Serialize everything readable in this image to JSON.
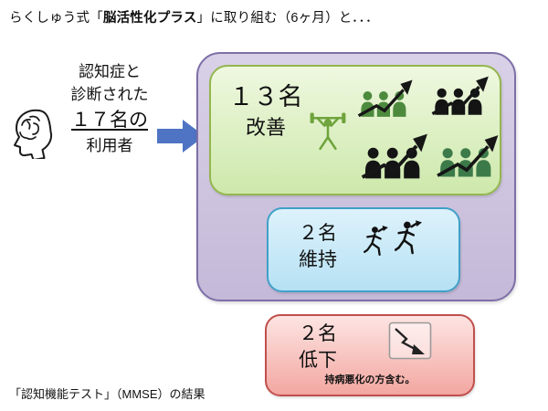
{
  "title": {
    "pre": "らくしゅう式「",
    "bold": "脳活性化プラス",
    "post": "」に取り組む（6ヶ月）と．．．"
  },
  "patients": {
    "line1": "認知症と",
    "line2": "診断された",
    "count": "１７名の",
    "line4": "利用者"
  },
  "results": {
    "improved": {
      "count": "１３名",
      "label": "改善"
    },
    "maintained": {
      "count": "２名",
      "label": "維持"
    },
    "declined": {
      "count": "２名",
      "label": "低下",
      "note": "持病悪化の方含む。"
    }
  },
  "footer": "「認知機能テスト」（MMSE）の結果",
  "icons": {
    "brain": "brain-profile-icon",
    "arrow": "right-arrow-icon",
    "weightlifter": "weightlifter-icon",
    "people_trend": "people-trend-up-icon",
    "runner": "running-person-icon",
    "decline_chart": "declining-chart-icon"
  },
  "colors": {
    "arrow_blue": "#4f74c4",
    "panel_purple": "#c4b9d8",
    "panel_purple_border": "#7e6fa8",
    "improved_green": "#cde8ab",
    "improved_border": "#94b64e",
    "maintained_blue": "#b6e1f4",
    "maintained_border": "#41a0c8",
    "declined_pink": "#f3a7a1",
    "declined_border": "#c0504d",
    "lifter_green": "#6fa43c"
  }
}
